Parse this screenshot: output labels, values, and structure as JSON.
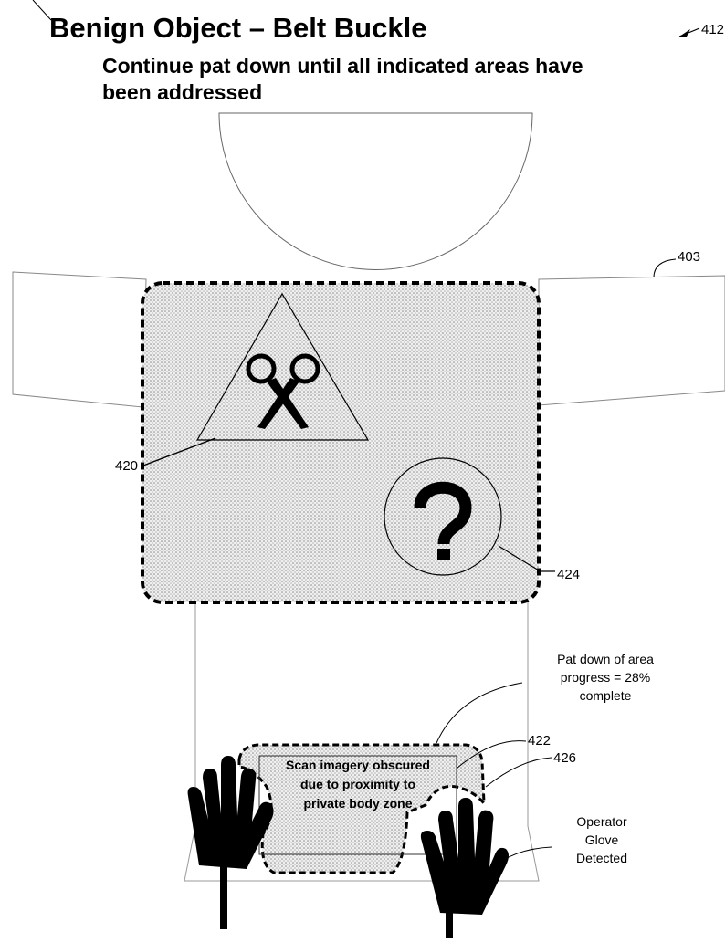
{
  "header": {
    "title": "Benign Object – Belt Buckle",
    "instruction": "Continue pat down until all indicated areas have been addressed"
  },
  "figure_refs": {
    "screen": "412",
    "body": "403",
    "threat_area": "420",
    "unknown_object": "424",
    "patdown_area": "422",
    "private_zone": "426"
  },
  "callouts": {
    "progress_line1": "Pat down of area",
    "progress_line2": "progress = 28%",
    "progress_line3": "complete",
    "glove_line1": "Operator",
    "glove_line2": "Glove",
    "glove_line3": "Detected",
    "obscured_line1": "Scan imagery obscured",
    "obscured_line2": "due to proximity to",
    "obscured_line3": "private body zone"
  },
  "patdown_progress_percent": 28,
  "icons": {
    "threat": "scissors-icon",
    "unknown": "question-mark-icon",
    "glove": "hand-icon"
  }
}
